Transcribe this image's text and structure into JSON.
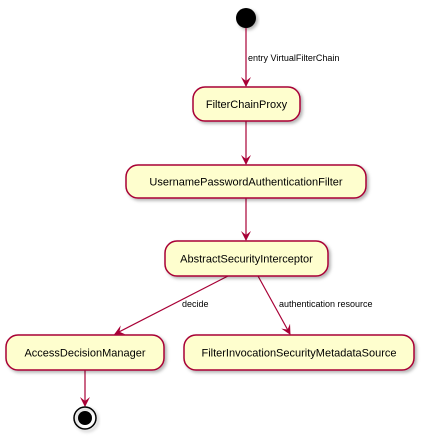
{
  "colors": {
    "node_fill": "#FEFECE",
    "node_stroke": "#A80036",
    "edge": "#A80036",
    "terminal": "#000000",
    "text": "#000000"
  },
  "nodes": {
    "filter_chain_proxy": "FilterChainProxy",
    "username_password_filter": "UsernamePasswordAuthenticationFilter",
    "abstract_security_interceptor": "AbstractSecurityInterceptor",
    "access_decision_manager": "AccessDecisionManager",
    "filter_invocation_metadata_source": "FilterInvocationSecurityMetadataSource"
  },
  "edges": {
    "entry": "entry VirtualFilterChain",
    "decide": "decide",
    "authentication_resource": "authentication resource"
  }
}
